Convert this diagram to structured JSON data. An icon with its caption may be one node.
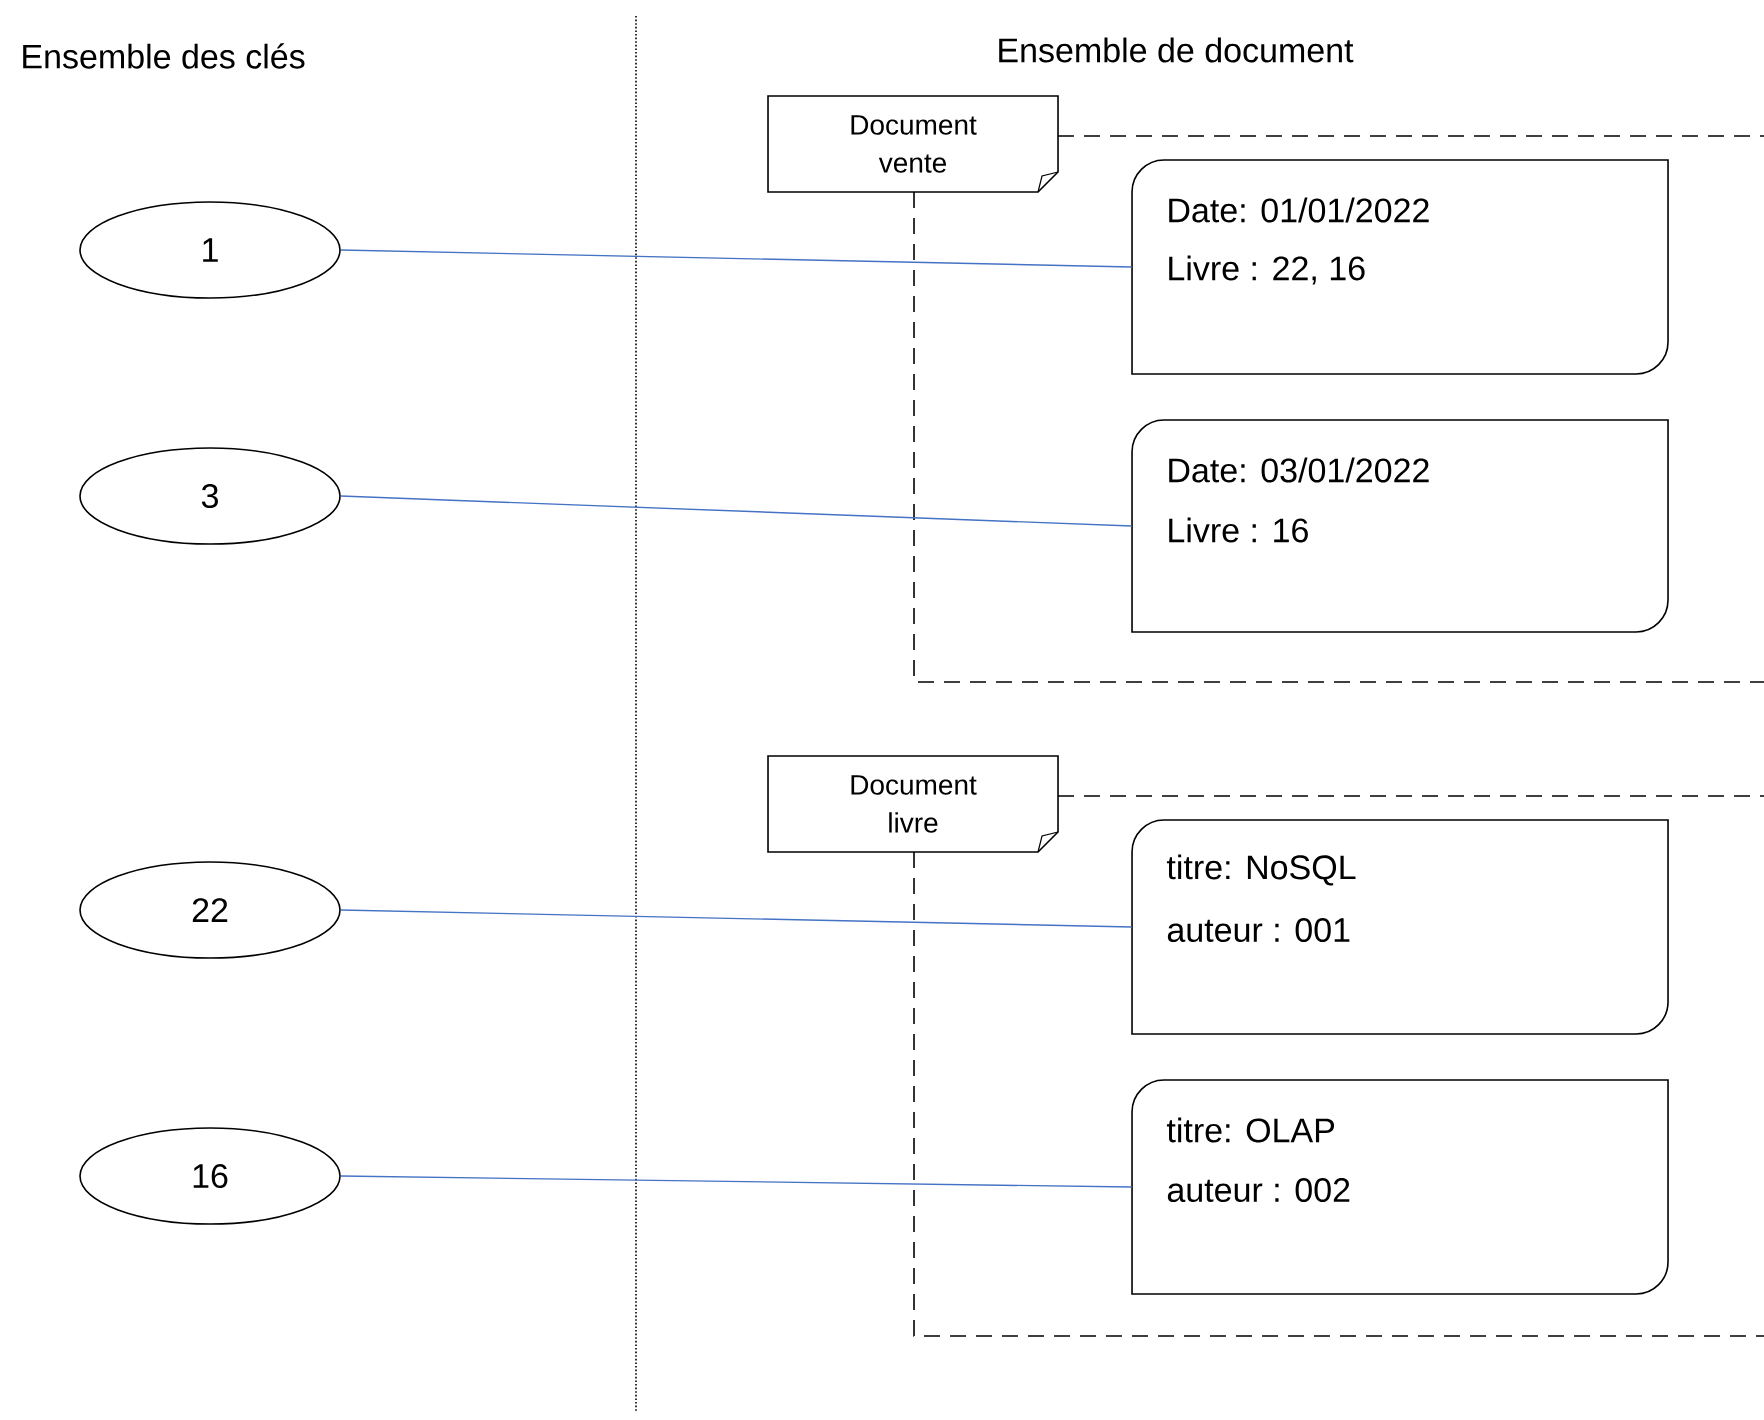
{
  "diagram": {
    "nodes": [
      {
        "text": [
          "1"
        ]
      },
      {
        "text": [
          "3"
        ]
      },
      {
        "text": [
          "22"
        ]
      },
      {
        "text": [
          "16"
        ]
      },
      {
        "text": [
          "Document vente"
        ]
      },
      {
        "text": [
          "Date: 01/01/2022",
          "Livre : 22, 16"
        ],
        "in": 4
      },
      {
        "text": [
          "Date: 03/01/2022",
          "Livre : 16"
        ],
        "in": 4
      },
      {
        "text": [
          "Document livre"
        ]
      },
      {
        "text": [
          "titre: NoSQL",
          "auteur : 001"
        ],
        "in": 7
      },
      {
        "text": [
          "titre: OLAP",
          "auteur : 002"
        ],
        "in": 7
      }
    ],
    "edges": [
      {
        "from": 0,
        "to": 5,
        "arrow": "none"
      },
      {
        "from": 1,
        "to": 6,
        "arrow": "none"
      },
      {
        "from": 2,
        "to": 8,
        "arrow": "none"
      },
      {
        "from": 3,
        "to": 9,
        "arrow": "none"
      }
    ],
    "labels": [
      "Ensemble des clés",
      "Ensemble de document"
    ]
  }
}
